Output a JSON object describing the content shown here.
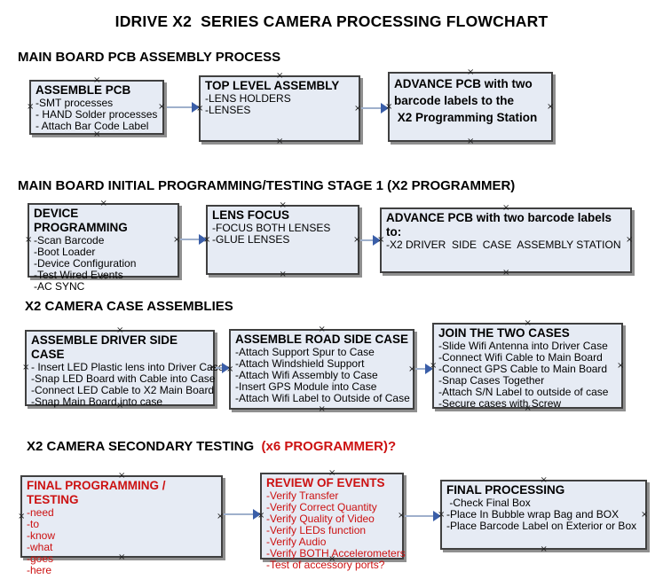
{
  "title": "IDRIVE X2  SERIES CAMERA PROCESSING FLOWCHART",
  "colors": {
    "box_fill": "#e6ebf4",
    "box_border": "#404040",
    "box_shadow": "#8f8f8f",
    "arrow_line": "#9fb0cc",
    "arrow_head": "#3a5ea8",
    "accent_red": "#cc1111"
  },
  "sections": [
    {
      "heading": "MAIN BOARD PCB ASSEMBLY PROCESS",
      "boxes": [
        {
          "title": "ASSEMBLE PCB",
          "items": [
            "-SMT processes",
            "- HAND Solder processes",
            "- Attach Bar Code Label"
          ]
        },
        {
          "title": "TOP LEVEL ASSEMBLY",
          "items": [
            "-LENS HOLDERS",
            "-LENSES"
          ]
        },
        {
          "title": "ADVANCE PCB with two\nbarcode labels to the\n X2 Programming Station",
          "items": []
        }
      ]
    },
    {
      "heading": "MAIN BOARD INITIAL PROGRAMMING/TESTING STAGE 1 (X2 PROGRAMMER)",
      "boxes": [
        {
          "title": "DEVICE PROGRAMMING",
          "items": [
            "-Scan Barcode",
            "-Boot Loader",
            "-Device Configuration",
            "-Test Wired Events",
            "-AC SYNC"
          ]
        },
        {
          "title": "LENS FOCUS",
          "items": [
            "-FOCUS BOTH LENSES",
            "-GLUE LENSES"
          ]
        },
        {
          "title": "ADVANCE PCB with two barcode labels to:",
          "items": [
            "-X2 DRIVER  SIDE  CASE  ASSEMBLY STATION"
          ]
        }
      ]
    },
    {
      "heading": "X2 CAMERA CASE ASSEMBLIES",
      "boxes": [
        {
          "title": "ASSEMBLE DRIVER SIDE CASE",
          "items": [
            "- Insert LED Plastic lens into Driver Case",
            "-Snap LED Board with Cable into Case",
            "-Connect LED Cable to X2 Main Board",
            "-Snap Main Board into case"
          ]
        },
        {
          "title": "ASSEMBLE ROAD SIDE CASE",
          "items": [
            "-Attach Support Spur to Case",
            "-Attach Windshield Support",
            "-Attach Wifi Assembly to Case",
            "-Insert GPS Module into Case",
            "-Attach Wifi Label to Outside of Case"
          ]
        },
        {
          "title": "JOIN THE TWO CASES",
          "items": [
            "-Slide Wifi Antenna into Driver Case",
            "-Connect Wifi Cable to Main Board",
            "-Connect GPS Cable to Main Board",
            "-Snap Cases Together",
            "-Attach S/N Label to outside of case",
            "-Secure cases with Screw"
          ]
        }
      ]
    },
    {
      "heading": "X2 CAMERA SECONDARY TESTING ",
      "heading_accent": " (x6 PROGRAMMER)?",
      "boxes": [
        {
          "title": "FINAL PROGRAMMING / TESTING",
          "items": [
            "-need",
            "-to",
            "-know",
            "-what",
            "-goes",
            "-here"
          ]
        },
        {
          "title": "REVIEW OF EVENTS",
          "items": [
            "-Verify Transfer",
            "-Verify Correct Quantity",
            "-Verify Quality of Video",
            "-Verify LEDs function",
            "-Verify Audio",
            "-Verify BOTH Accelerometers",
            "-Test of accessory ports?"
          ]
        },
        {
          "title": "FINAL PROCESSING",
          "items": [
            " -Check Final Box",
            "-Place In Bubble wrap Bag and BOX",
            "-Place Barcode Label on Exterior or Box"
          ]
        }
      ]
    }
  ]
}
